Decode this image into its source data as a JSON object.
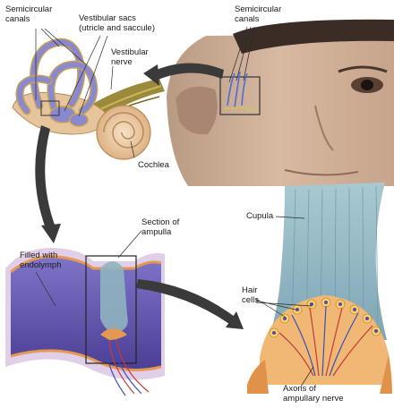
{
  "labels": {
    "semicircular_canals_left": "Semicircular\ncanals",
    "vestibular_sacs": "Vestibular sacs\n(utricle and saccule)",
    "vestibular_nerve": "Vestibular\nnerve",
    "cochlea": "Cochlea",
    "semicircular_canals_right": "Semicircular\ncanals",
    "filled_with_endolymph": "Filled with\nendolymph",
    "section_of_ampulla": "Section of\nampulla",
    "cupula": "Cupula",
    "hair_cells": "Hair\ncells",
    "axons_of_ampullary_nerve": "Axons of\nampullary nerve"
  },
  "colors": {
    "canal_purple": "#8a88cf",
    "canal_outline": "#c9a25a",
    "cochlea": "#e9c9a1",
    "nerve": "#9c8a3c",
    "endolymph": "#5a4fa8",
    "ampulla_wall": "#e39a50",
    "cupula": "#8fb4bf",
    "skin": "#c9a891",
    "arrow": "#3a3a3a"
  }
}
